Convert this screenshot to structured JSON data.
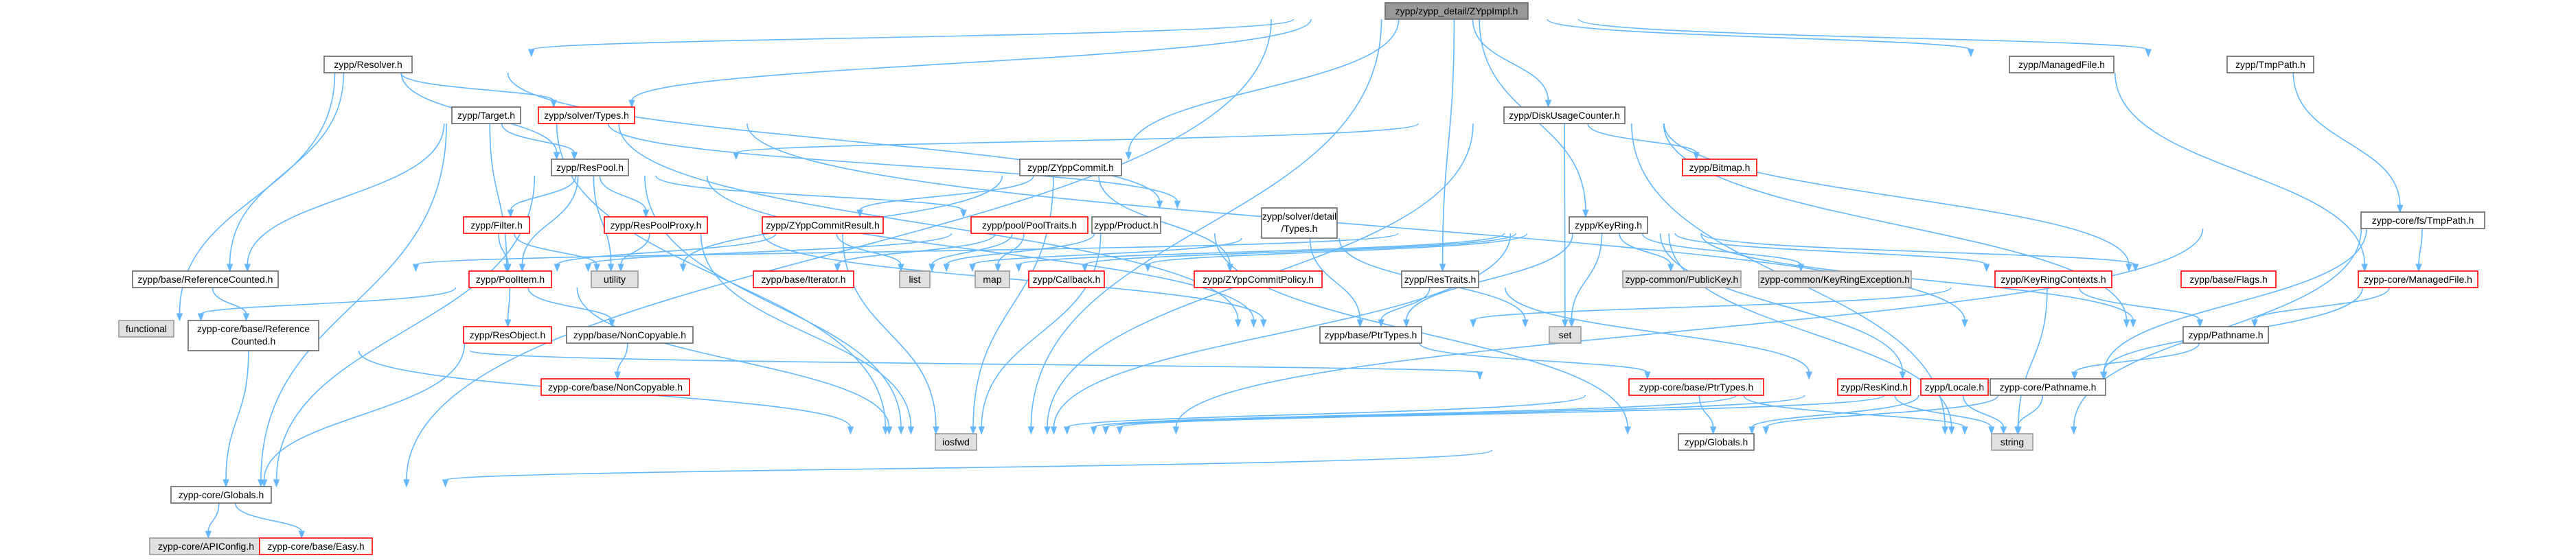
{
  "diagram": {
    "type": "include-dependency-graph",
    "colors": {
      "edge": "#63b8ff",
      "root_fill": "#999999",
      "normal_border": "#666666",
      "truncated_border": "#ff0000",
      "system_fill": "#e0e0e0",
      "system_border": "#999999",
      "text": "#000000"
    },
    "nodes": [
      {
        "id": "root",
        "label": "zypp/zypp_detail/ZYppImpl.h",
        "style": "root"
      },
      {
        "id": "resolver",
        "label": "zypp/Resolver.h",
        "style": "normal"
      },
      {
        "id": "managedfile",
        "label": "zypp/ManagedFile.h",
        "style": "normal"
      },
      {
        "id": "tmppath",
        "label": "zypp/TmpPath.h",
        "style": "normal"
      },
      {
        "id": "target",
        "label": "zypp/Target.h",
        "style": "normal"
      },
      {
        "id": "solvertypes",
        "label": "zypp/solver/Types.h",
        "style": "truncated"
      },
      {
        "id": "diskusage",
        "label": "zypp/DiskUsageCounter.h",
        "style": "normal"
      },
      {
        "id": "respool",
        "label": "zypp/ResPool.h",
        "style": "normal"
      },
      {
        "id": "zyppcommit",
        "label": "zypp/ZYppCommit.h",
        "style": "normal"
      },
      {
        "id": "bitmap",
        "label": "zypp/Bitmap.h",
        "style": "truncated"
      },
      {
        "id": "cfstmppath",
        "label": "zypp-core/fs/TmpPath.h",
        "style": "normal"
      },
      {
        "id": "filter",
        "label": "zypp/Filter.h",
        "style": "truncated"
      },
      {
        "id": "respoolproxy",
        "label": "zypp/ResPoolProxy.h",
        "style": "truncated"
      },
      {
        "id": "zcresult",
        "label": "zypp/ZYppCommitResult.h",
        "style": "truncated"
      },
      {
        "id": "pooltraits",
        "label": "zypp/pool/PoolTraits.h",
        "style": "truncated"
      },
      {
        "id": "product",
        "label": "zypp/Product.h",
        "style": "normal"
      },
      {
        "id": "soldetail",
        "label": [
          "zypp/solver/detail",
          "/Types.h"
        ],
        "style": "normal"
      },
      {
        "id": "keyring",
        "label": "zypp/KeyRing.h",
        "style": "normal"
      },
      {
        "id": "refcounted",
        "label": "zypp/base/ReferenceCounted.h",
        "style": "normal"
      },
      {
        "id": "utility",
        "label": "utility",
        "style": "system"
      },
      {
        "id": "list",
        "label": "list",
        "style": "system"
      },
      {
        "id": "map",
        "label": "map",
        "style": "system"
      },
      {
        "id": "pooltiem",
        "label": "zypp/PoolItem.h",
        "style": "truncated"
      },
      {
        "id": "iterator",
        "label": "zypp/base/Iterator.h",
        "style": "truncated"
      },
      {
        "id": "callback",
        "label": "zypp/Callback.h",
        "style": "truncated"
      },
      {
        "id": "commitpolicy",
        "label": "zypp/ZYppCommitPolicy.h",
        "style": "truncated"
      },
      {
        "id": "restraits",
        "label": "zypp/ResTraits.h",
        "style": "normal"
      },
      {
        "id": "publickey",
        "label": "zypp-common/PublicKey.h",
        "style": "system"
      },
      {
        "id": "keyringexc",
        "label": "zypp-common/KeyRingException.h",
        "style": "system"
      },
      {
        "id": "keyringctx",
        "label": "zypp/KeyRingContexts.h",
        "style": "truncated"
      },
      {
        "id": "flags",
        "label": "zypp/base/Flags.h",
        "style": "truncated"
      },
      {
        "id": "cmanagedfile",
        "label": "zypp-core/ManagedFile.h",
        "style": "truncated"
      },
      {
        "id": "functional",
        "label": "functional",
        "style": "system"
      },
      {
        "id": "cbrefcounted",
        "label": [
          "zypp-core/base/Reference",
          "Counted.h"
        ],
        "style": "normal"
      },
      {
        "id": "resobject",
        "label": "zypp/ResObject.h",
        "style": "truncated"
      },
      {
        "id": "noncopyable",
        "label": "zypp/base/NonCopyable.h",
        "style": "normal"
      },
      {
        "id": "ptrtypes",
        "label": "zypp/base/PtrTypes.h",
        "style": "normal"
      },
      {
        "id": "set",
        "label": "set",
        "style": "system"
      },
      {
        "id": "pathname",
        "label": "zypp/Pathname.h",
        "style": "normal"
      },
      {
        "id": "cbnoncopyable",
        "label": "zypp-core/base/NonCopyable.h",
        "style": "truncated"
      },
      {
        "id": "cbptrtypes",
        "label": "zypp-core/base/PtrTypes.h",
        "style": "truncated"
      },
      {
        "id": "reskind",
        "label": "zypp/ResKind.h",
        "style": "truncated"
      },
      {
        "id": "locale",
        "label": "zypp/Locale.h",
        "style": "truncated"
      },
      {
        "id": "cpathname",
        "label": "zypp-core/Pathname.h",
        "style": "normal"
      },
      {
        "id": "iosfwd",
        "label": "iosfwd",
        "style": "system"
      },
      {
        "id": "string",
        "label": "string",
        "style": "system"
      },
      {
        "id": "globals",
        "label": "zypp/Globals.h",
        "style": "normal"
      },
      {
        "id": "cglobals",
        "label": "zypp-core/Globals.h",
        "style": "normal"
      },
      {
        "id": "apiconfig",
        "label": "zypp-core/APIConfig.h",
        "style": "system"
      },
      {
        "id": "easy",
        "label": "zypp-core/base/Easy.h",
        "style": "truncated"
      }
    ],
    "edges": [
      [
        "root",
        "resolver"
      ],
      [
        "root",
        "managedfile"
      ],
      [
        "root",
        "tmppath"
      ],
      [
        "root",
        "target"
      ],
      [
        "root",
        "diskusage"
      ],
      [
        "root",
        "zyppcommit"
      ],
      [
        "root",
        "keyring"
      ],
      [
        "root",
        "restraits"
      ],
      [
        "root",
        "cglobals"
      ],
      [
        "root",
        "iosfwd"
      ],
      [
        "resolver",
        "solvertypes"
      ],
      [
        "resolver",
        "respool"
      ],
      [
        "resolver",
        "refcounted"
      ],
      [
        "resolver",
        "functional"
      ],
      [
        "resolver",
        "soldetail"
      ],
      [
        "managedfile",
        "cmanagedfile"
      ],
      [
        "tmppath",
        "cfstmppath"
      ],
      [
        "target",
        "respool"
      ],
      [
        "target",
        "refcounted"
      ],
      [
        "target",
        "ptrtypes"
      ],
      [
        "target",
        "iosfwd"
      ],
      [
        "target",
        "pathname"
      ],
      [
        "target",
        "cglobals"
      ],
      [
        "target",
        "pooltiem"
      ],
      [
        "target",
        "soldetail"
      ],
      [
        "diskusage",
        "respool"
      ],
      [
        "diskusage",
        "bitmap"
      ],
      [
        "diskusage",
        "set"
      ],
      [
        "diskusage",
        "string"
      ],
      [
        "diskusage",
        "iosfwd"
      ],
      [
        "diskusage",
        "pathname"
      ],
      [
        "diskusage",
        "flags"
      ],
      [
        "respool",
        "filter"
      ],
      [
        "respool",
        "respoolproxy"
      ],
      [
        "respool",
        "pooltraits"
      ],
      [
        "respool",
        "utility"
      ],
      [
        "respool",
        "pooltiem"
      ],
      [
        "respool",
        "iosfwd"
      ],
      [
        "respool",
        "cglobals"
      ],
      [
        "respool",
        "ptrtypes"
      ],
      [
        "zyppcommit",
        "zcresult"
      ],
      [
        "zyppcommit",
        "commitpolicy"
      ],
      [
        "zyppcommit",
        "iosfwd"
      ],
      [
        "zyppcommit",
        "utility"
      ],
      [
        "cfstmppath",
        "cmanagedfile"
      ],
      [
        "cfstmppath",
        "cpathname"
      ],
      [
        "cfstmppath",
        "iosfwd"
      ],
      [
        "cfstmppath",
        "string"
      ],
      [
        "filter",
        "pooltiem"
      ],
      [
        "filter",
        "utility"
      ],
      [
        "respoolproxy",
        "utility"
      ],
      [
        "respoolproxy",
        "iosfwd"
      ],
      [
        "respoolproxy",
        "ptrtypes"
      ],
      [
        "zcresult",
        "list"
      ],
      [
        "zcresult",
        "iosfwd"
      ],
      [
        "zcresult",
        "pooltiem"
      ],
      [
        "pooltraits",
        "list"
      ],
      [
        "pooltraits",
        "map"
      ],
      [
        "pooltraits",
        "iterator"
      ],
      [
        "pooltraits",
        "pooltiem"
      ],
      [
        "product",
        "list"
      ],
      [
        "product",
        "globals"
      ],
      [
        "product",
        "iosfwd"
      ],
      [
        "soldetail",
        "ptrtypes"
      ],
      [
        "soldetail",
        "list"
      ],
      [
        "soldetail",
        "set"
      ],
      [
        "keyring",
        "iosfwd"
      ],
      [
        "keyring",
        "map"
      ],
      [
        "keyring",
        "list"
      ],
      [
        "keyring",
        "set"
      ],
      [
        "keyring",
        "string"
      ],
      [
        "keyring",
        "publickey"
      ],
      [
        "keyring",
        "keyringexc"
      ],
      [
        "keyring",
        "keyringctx"
      ],
      [
        "keyring",
        "flags"
      ],
      [
        "keyring",
        "callback"
      ],
      [
        "keyring",
        "refcounted"
      ],
      [
        "keyring",
        "ptrtypes"
      ],
      [
        "keyring",
        "pathname"
      ],
      [
        "keyring",
        "locale"
      ],
      [
        "refcounted",
        "cbrefcounted"
      ],
      [
        "cbrefcounted",
        "cglobals"
      ],
      [
        "cbrefcounted",
        "iosfwd"
      ],
      [
        "cbrefcounted",
        "cbptrtypes"
      ],
      [
        "pooltiem",
        "resobject"
      ],
      [
        "pooltiem",
        "noncopyable"
      ],
      [
        "pooltiem",
        "iosfwd"
      ],
      [
        "pooltiem",
        "functional"
      ],
      [
        "resobject",
        "cglobals"
      ],
      [
        "noncopyable",
        "cbnoncopyable"
      ],
      [
        "ptrtypes",
        "cbptrtypes"
      ],
      [
        "restraits",
        "ptrtypes"
      ],
      [
        "restraits",
        "reskind"
      ],
      [
        "keyringctx",
        "ptrtypes"
      ],
      [
        "keyringctx",
        "pathname"
      ],
      [
        "keyringctx",
        "string"
      ],
      [
        "cmanagedfile",
        "pathname"
      ],
      [
        "cmanagedfile",
        "cpathname"
      ],
      [
        "pathname",
        "cpathname"
      ],
      [
        "cbptrtypes",
        "iosfwd"
      ],
      [
        "cbptrtypes",
        "string"
      ],
      [
        "cbptrtypes",
        "globals"
      ],
      [
        "reskind",
        "iosfwd"
      ],
      [
        "reskind",
        "string"
      ],
      [
        "locale",
        "iosfwd"
      ],
      [
        "locale",
        "string"
      ],
      [
        "locale",
        "globals"
      ],
      [
        "cpathname",
        "iosfwd"
      ],
      [
        "cpathname",
        "string"
      ],
      [
        "cpathname",
        "globals"
      ],
      [
        "globals",
        "cglobals"
      ],
      [
        "cglobals",
        "apiconfig"
      ],
      [
        "cglobals",
        "easy"
      ]
    ]
  }
}
